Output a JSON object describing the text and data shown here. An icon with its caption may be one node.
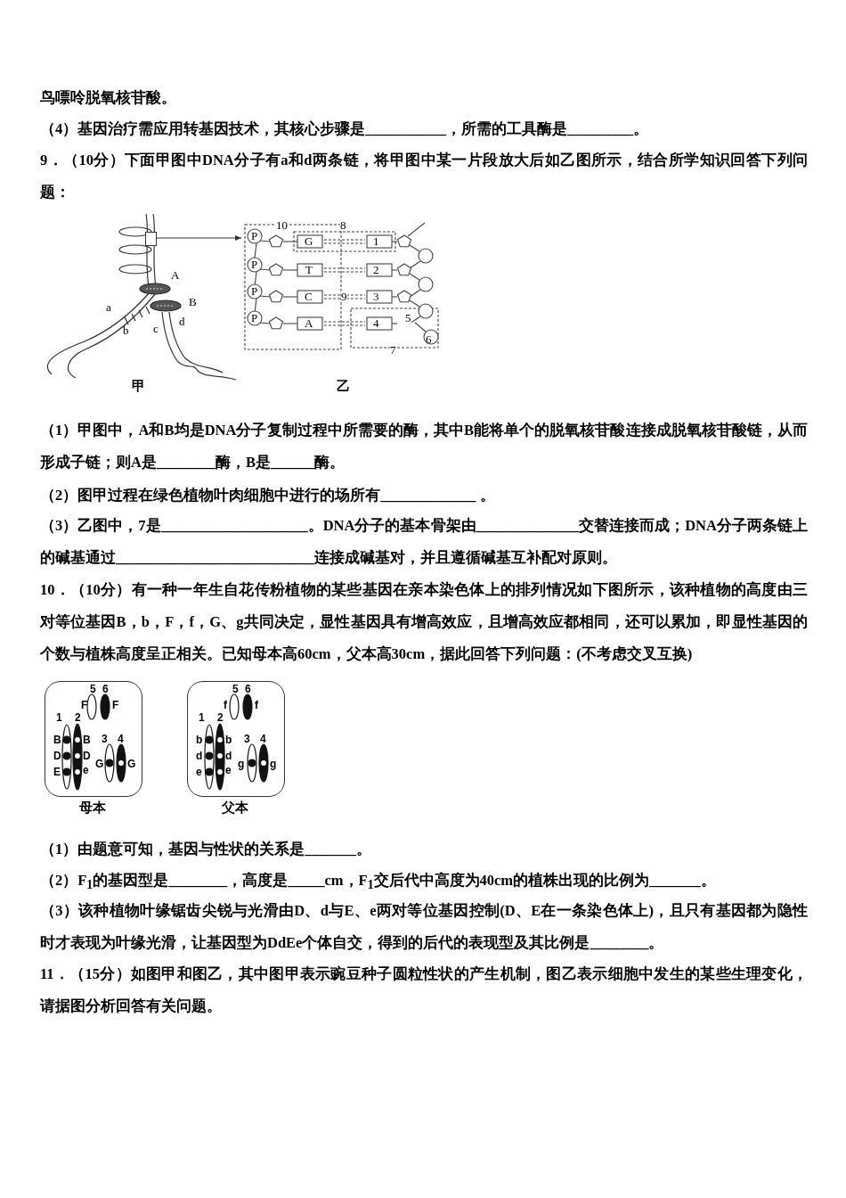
{
  "diagram": {
    "nodes": [
      {
        "text": [],
        "shape": "box"
      },
      {
        "text": [],
        "shape": "picture"
      },
      {
        "text": [
          "母本"
        ]
      },
      {
        "text": [
          "父本"
        ]
      }
    ],
    "edges": [
      {
        "from": 0,
        "to": 1,
        "arrow": "to"
      }
    ],
    "labels": [
      "鸟嘌呤脱氧核苷酸。",
      "（4）基因治疗需应用转基因技术，其核心步骤是___________，所需的工具酶是_________。",
      "9．（10分）下面甲图中DNA分子有a和d两条链，将甲图中某一片段放大后如乙图所示，结合所学知识回答下列问题：",
      "A",
      "B",
      "a",
      "b",
      "c",
      "d",
      "甲",
      "10",
      "P",
      "G",
      "8",
      "1",
      "P",
      "T",
      "2",
      "P",
      "C",
      "9",
      "3",
      "P",
      "A",
      "4",
      "5",
      "6",
      "7",
      "乙",
      "（1）甲图中，A和B均是DNA分子复制过程中所需要的酶，其中B能将单个的脱氧核苷酸连接成脱氧核苷酸链，从而形成子链；则A是________酶，B是______酶。",
      "（2）图甲过程在绿色植物叶肉细胞中进行的场所有_____________ 。",
      "（3）乙图中，7是____________________。DNA分子的基本骨架由______________交替连接而成；DNA分子两条链上的碱基通过___________________________连接成碱基对，并且遵循碱基互补配对原则。",
      "10．（10分）有一种一年生自花传粉植物的某些基因在亲本染色体上的排列情况如下图所示，该种植物的高度由三对等位基因B，b，F，f，G、g共同决定，显性基因具有增高效应，且增高效应都相同，还可以累加，即显性基因的个数与植株高度呈正相关。已知母本高60cm，父本高30cm，据此回答下列问题：(不考虑交叉互换)",
      "5",
      "6",
      "F",
      "F",
      "1",
      "2",
      "B",
      "B",
      "D",
      "D",
      "E",
      "e",
      "3",
      "4",
      "G",
      "G",
      "5",
      "6",
      "f",
      "f",
      "1",
      "2",
      "b",
      "b",
      "d",
      "d",
      "e",
      "e",
      "3",
      "4",
      "g",
      "g",
      "（1）由题意可知，基因与性状的关系是_______。",
      "（2）F$_{1}$的基因型是________，高度是_____cm，F$_{1}$交后代中高度为40cm的植株出现的比例为_______。",
      "（3）该种植物叶缘锯齿尖锐与光滑由D、d与E、e两对等位基因控制(D、E在一条染色体上)，且只有基因都为隐性时才表现为叶缘光滑，让基因型为DdEe个体自交，得到的后代的表现型及其比例是________。",
      "11．（15分）如图甲和图乙，其中图甲表示豌豆种子圆粒性状的产生机制，图乙表示细胞中发生的某些生理变化，请据图分析回答有关问题。"
    ]
  }
}
